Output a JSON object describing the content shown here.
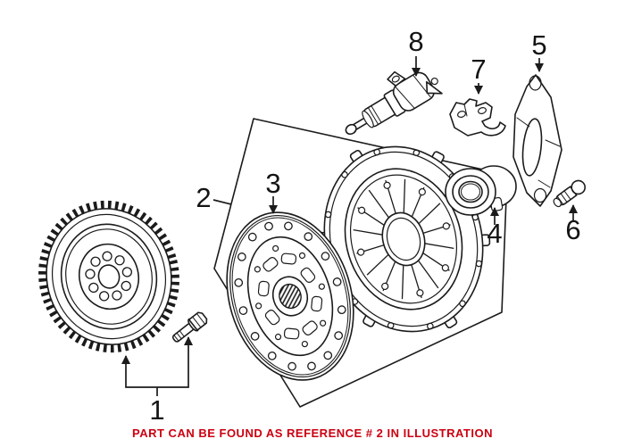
{
  "figure": {
    "caption": "PART CAN BE FOUND AS REFERENCE # 2 IN ILLUSTRATION",
    "callouts": {
      "c1": "1",
      "c2": "2",
      "c3": "3",
      "c4": "4",
      "c5": "5",
      "c6": "6",
      "c7": "7",
      "c8": "8"
    },
    "colors": {
      "line_art": "#1b1b1b",
      "caption_text": "#CC0011",
      "background": "#FFFFFF"
    }
  }
}
